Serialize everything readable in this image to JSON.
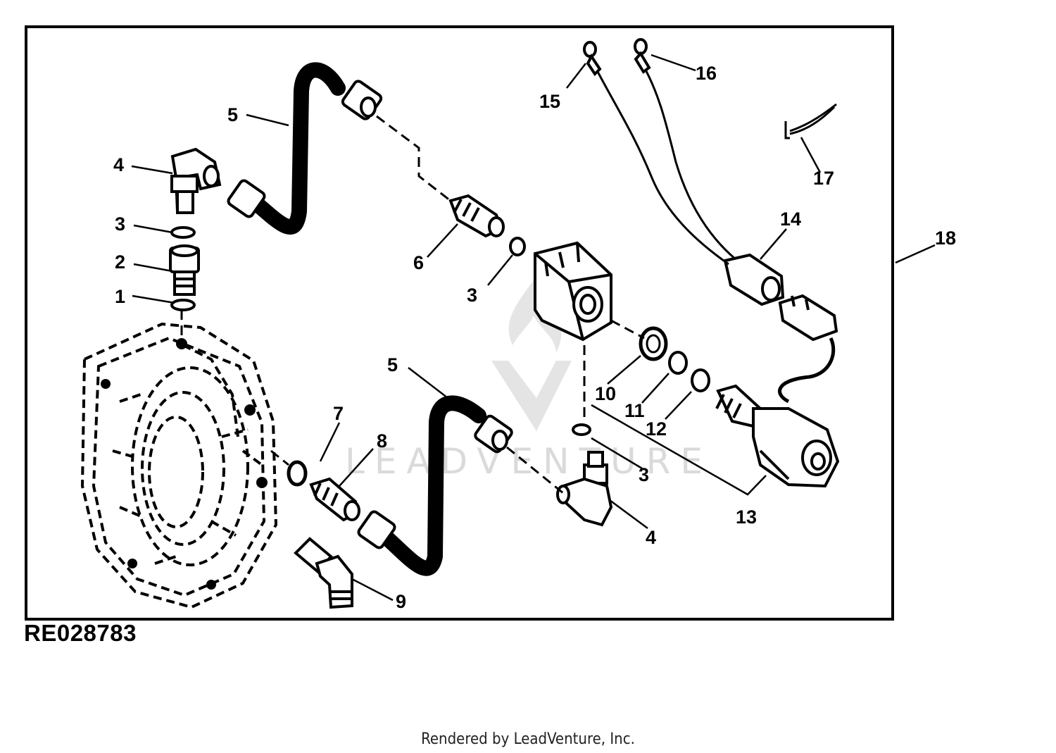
{
  "figure_id": "RE028783",
  "footer": "Rendered by LeadVenture, Inc.",
  "watermark": "LEADVENTURE",
  "callouts": {
    "c1": "1",
    "c2": "2",
    "c3a": "3",
    "c3b": "3",
    "c3c": "3",
    "c4a": "4",
    "c4b": "4",
    "c5a": "5",
    "c5b": "5",
    "c6": "6",
    "c7": "7",
    "c8": "8",
    "c9": "9",
    "c10": "10",
    "c11": "11",
    "c12": "12",
    "c13": "13",
    "c14": "14",
    "c15": "15",
    "c16": "16",
    "c17": "17",
    "c18": "18"
  },
  "colors": {
    "ink": "#000000",
    "paper": "#ffffff",
    "watermark": "#d6d6d6"
  }
}
